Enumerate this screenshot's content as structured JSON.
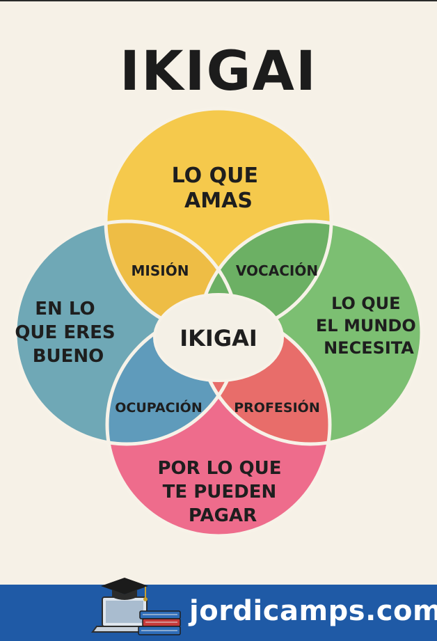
{
  "title": "IKIGAI",
  "circles": {
    "top": {
      "lines": [
        "LO QUE",
        "AMAS"
      ],
      "color": "#f5c94c"
    },
    "left": {
      "lines": [
        "EN LO",
        "QUE ERES",
        "BUENO"
      ],
      "color": "#6fa8b6"
    },
    "right": {
      "lines": [
        "LO QUE",
        "EL MUNDO",
        "NECESITA"
      ],
      "color": "#7cbf72"
    },
    "bottom": {
      "lines": [
        "POR LO QUE",
        "TE PUEDEN",
        "PAGAR"
      ],
      "color": "#ee6c8c"
    }
  },
  "overlaps": {
    "mision": {
      "label": "MISIÓN",
      "color": "#eebd45"
    },
    "vocacion": {
      "label": "VOCACIÓN",
      "color": "#6cb064"
    },
    "ocupacion": {
      "label": "OCUPACIÓN",
      "color": "#5f9bbb"
    },
    "profesion": {
      "label": "PROFESIÓN",
      "color": "#e86d6a"
    }
  },
  "center": {
    "label": "IKIGAI",
    "color": "#f4f0e6"
  },
  "footer": {
    "site": "jordicamps.com",
    "bg_color": "#1f5aa6",
    "icon": "graduation-cap-laptop-books-icon"
  }
}
